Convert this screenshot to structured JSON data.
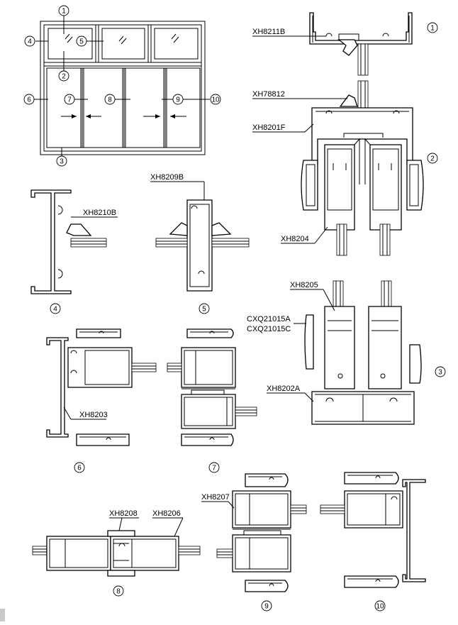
{
  "labels": {
    "xh8211b": "XH8211B",
    "xh78812": "XH78812",
    "xh8201f": "XH8201F",
    "xh8204": "XH8204",
    "xh8210b": "XH8210B",
    "xh8209b": "XH8209B",
    "xh8205": "XH8205",
    "cxq21015a": "CXQ21015A",
    "cxq21015c": "CXQ21015C",
    "xh8202a": "XH8202A",
    "xh8203": "XH8203",
    "xh8208": "XH8208",
    "xh8206": "XH8206",
    "xh8207": "XH8207"
  },
  "elevation_callouts": [
    "1",
    "2",
    "3",
    "4",
    "5",
    "6",
    "7",
    "8",
    "9",
    "10"
  ],
  "section_callouts": [
    "1",
    "2",
    "3",
    "4",
    "5",
    "6",
    "7",
    "8",
    "9",
    "10"
  ]
}
